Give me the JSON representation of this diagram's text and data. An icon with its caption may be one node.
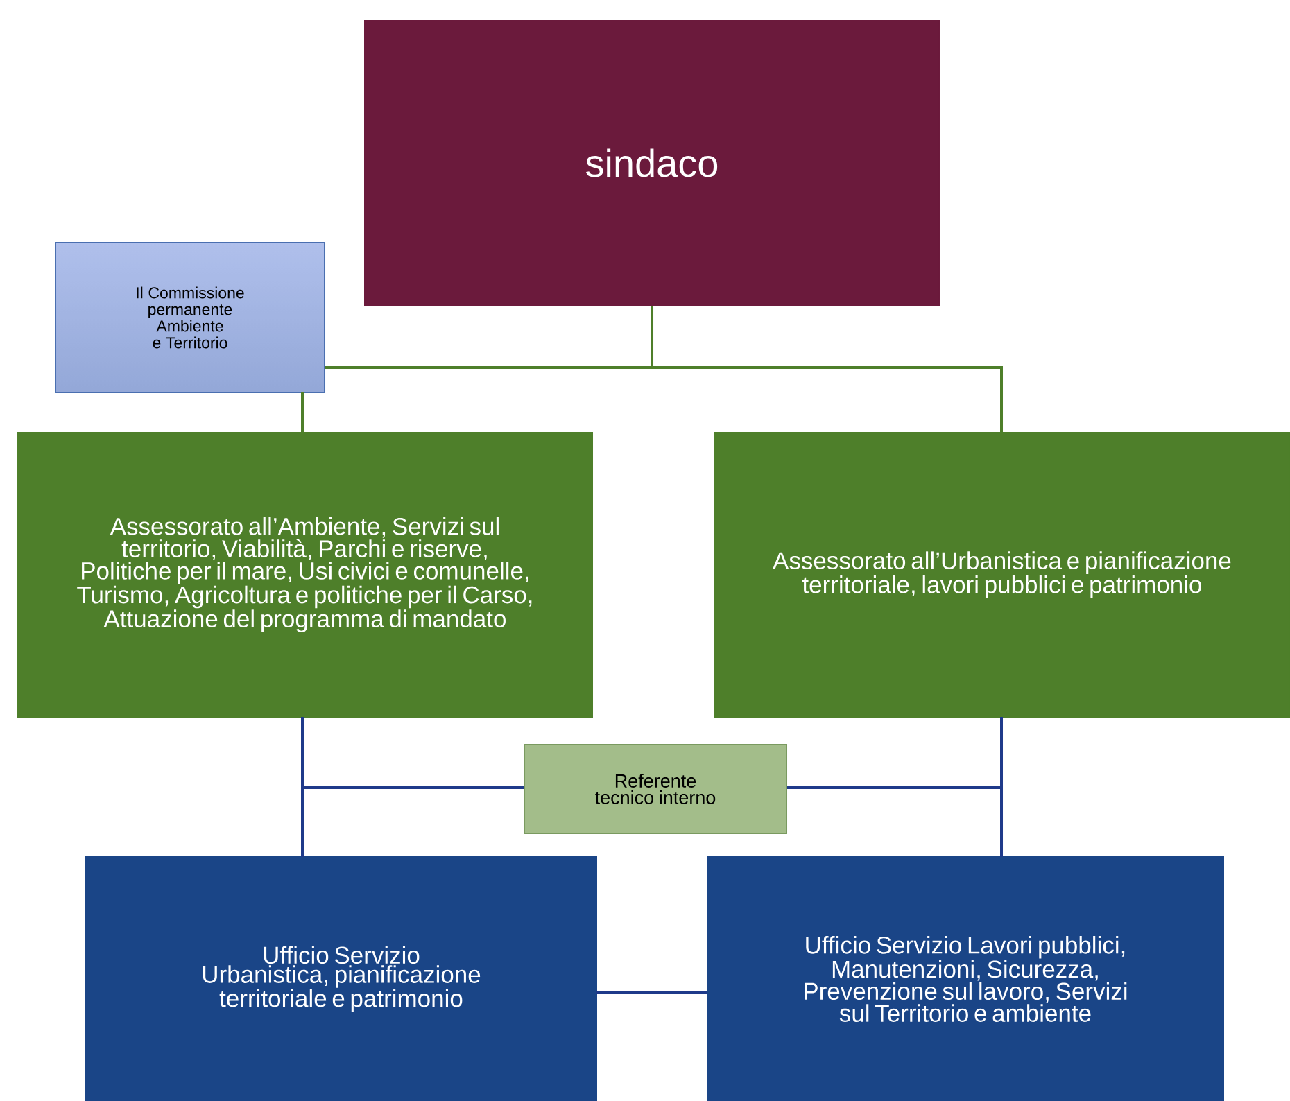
{
  "diagram": {
    "nodes": [
      {
        "text": [
          "sindaco"
        ]
      },
      {
        "text": [
          "Il Commissione permanente Ambiente e Territorio"
        ]
      },
      {
        "text": [
          "Assessorato all’Ambiente, Servizi sul territorio, Viabilità, Parchi e riserve, Politiche per il mare, Usi civici e comunelle, Turismo, Agricoltura e politiche per il Carso, Attuazione del programma di mandato"
        ]
      },
      {
        "text": [
          "Assessorato all’Urbanistica e pianificazione territoriale, lavori pubblici e patrimonio"
        ]
      },
      {
        "text": [
          "Referente tecnico interno"
        ]
      },
      {
        "text": [
          "Ufficio Servizio Urbanistica, pianificazione territoriale e patrimonio"
        ]
      },
      {
        "text": [
          "Ufficio Servizio Lavori pubblici, Manutenzioni, Sicurezza, Prevenzione sul lavoro, Servizi sul Territorio e ambiente"
        ]
      }
    ],
    "edges": [
      {
        "from": 1,
        "to": 2,
        "arrow": "none",
        "color": "#4e7f2a"
      },
      {
        "from": 0,
        "to": 3,
        "arrow": "none",
        "color": "#4e7f2a"
      },
      {
        "from": 1,
        "to": 0,
        "arrow": "none",
        "color": "#4e7f2a"
      },
      {
        "from": 2,
        "to": 5,
        "arrow": "none"
      },
      {
        "from": 3,
        "to": 6,
        "arrow": "none"
      },
      {
        "from": 4,
        "to": 5,
        "arrow": "none"
      },
      {
        "from": 4,
        "to": 6,
        "arrow": "none"
      },
      {
        "from": 5,
        "to": 6,
        "arrow": "none"
      }
    ]
  }
}
